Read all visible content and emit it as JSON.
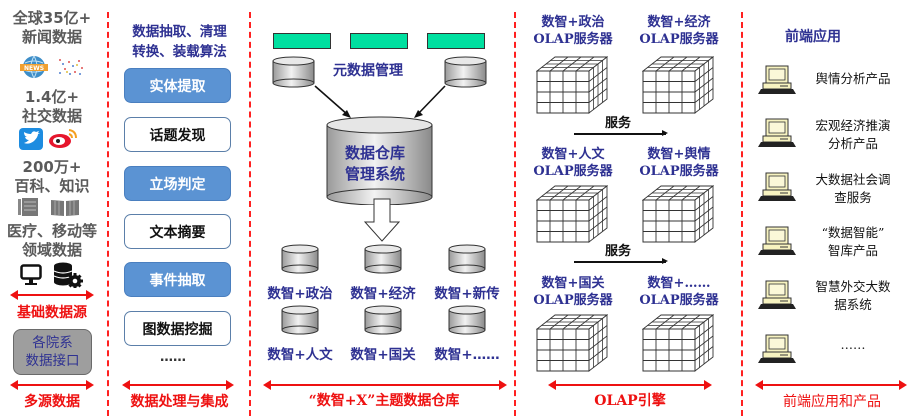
{
  "sources": {
    "items": [
      {
        "line1": "全球35亿+",
        "line2": "新闻数据",
        "icons": [
          "news-globe-icon",
          "network-dots-icon"
        ]
      },
      {
        "line1": "1.4亿+",
        "line2": "社交数据",
        "icons": [
          "twitter-icon",
          "weibo-icon"
        ]
      },
      {
        "line1": "200万+",
        "line2": "百科、知识",
        "icons": [
          "document-icon",
          "book-icon"
        ]
      },
      {
        "line1": "医疗、移动等",
        "line2": "领域数据",
        "icons": [
          "monitor-icon",
          "database-gear-icon"
        ]
      }
    ],
    "base_label": "基础数据源",
    "interface_line1": "各院系",
    "interface_line2": "数据接口",
    "section_label": "多源数据"
  },
  "processing": {
    "title_line1": "数据抽取、清理",
    "title_line2": "转换、装载算法",
    "steps": [
      {
        "label": "实体提取",
        "style": "blue"
      },
      {
        "label": "话题发现",
        "style": "white"
      },
      {
        "label": "立场判定",
        "style": "blue"
      },
      {
        "label": "文本摘要",
        "style": "white"
      },
      {
        "label": "事件抽取",
        "style": "blue"
      },
      {
        "label": "图数据挖掘",
        "style": "white"
      }
    ],
    "ellipsis": "……",
    "section_label": "数据处理与集成"
  },
  "warehouse": {
    "metadata_label": "元数据管理",
    "dbms_line1": "数据仓库",
    "dbms_line2": "管理系统",
    "themes": [
      "数智+政治",
      "数智+经济",
      "数智+新传",
      "数智+人文",
      "数智+国关",
      "数智+……"
    ],
    "section_label": "“数智+X”主题数据仓库",
    "colors": {
      "metadata_bar": "#00e0a0",
      "text": "#2e3192"
    }
  },
  "olap": {
    "servers": [
      {
        "line1": "数智+政治",
        "line2": "OLAP服务器"
      },
      {
        "line1": "数智+经济",
        "line2": "OLAP服务器"
      },
      {
        "line1": "数智+人文",
        "line2": "OLAP服务器"
      },
      {
        "line1": "数智+舆情",
        "line2": "OLAP服务器"
      },
      {
        "line1": "数智+国关",
        "line2": "OLAP服务器"
      },
      {
        "line1": "数智+……",
        "line2": "OLAP服务器"
      }
    ],
    "service_label": "服务",
    "section_label": "OLAP引擎"
  },
  "apps": {
    "title": "前端应用",
    "items": [
      {
        "line1": "舆情分析产品",
        "line2": ""
      },
      {
        "line1": "宏观经济推演",
        "line2": "分析产品"
      },
      {
        "line1": "大数据社会调",
        "line2": "查服务"
      },
      {
        "line1": "“数据智能”",
        "line2": "智库产品"
      },
      {
        "line1": "智慧外交大数",
        "line2": "据系统"
      },
      {
        "line1": "……",
        "line2": ""
      }
    ],
    "section_label": "前端应用和产品"
  },
  "colors": {
    "accent_red": "#ee1111",
    "navy": "#2e3192",
    "button_blue": "#5b93d3"
  }
}
